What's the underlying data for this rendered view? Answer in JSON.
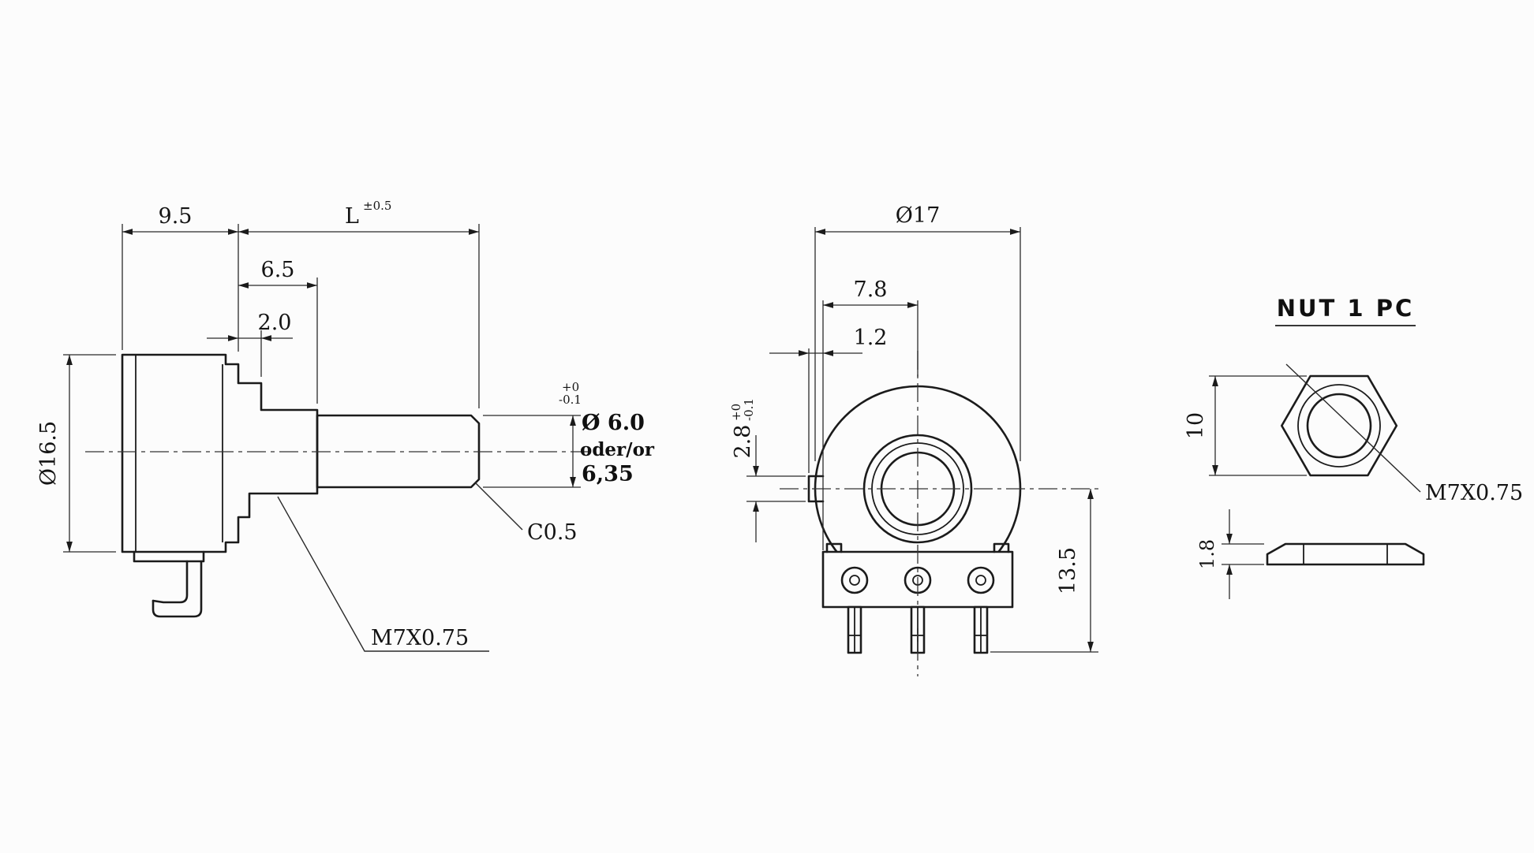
{
  "colors": {
    "line": "#1b1b1b",
    "background": "#fcfcfc",
    "text": "#141414"
  },
  "side_view": {
    "dims": {
      "body_depth": "9.5",
      "shaft_length": "L",
      "shaft_length_tol": "±0.5",
      "bushing_length": "6.5",
      "lug_length": "2.0",
      "body_diameter": "Ø16.5",
      "shaft_tol_plus": "+0",
      "shaft_tol_minus": "-0.1",
      "shaft_dia_line1": "Ø 6.0",
      "shaft_dia_line2": "oder/or",
      "shaft_dia_line3": "6,35",
      "chamfer": "C0.5",
      "thread": "M7X0.75"
    }
  },
  "front_view": {
    "dims": {
      "body_diameter": "Ø17",
      "lug_to_center": "7.8",
      "lug_protrusion": "1.2",
      "lug_width": "2.8",
      "lug_tol_plus": "+0",
      "lug_tol_minus": "-0.1",
      "center_to_pin_tip": "13.5"
    }
  },
  "nut_view": {
    "title": "NUT 1 PC",
    "dims": {
      "across_flats": "10",
      "thread": "M7X0.75",
      "thickness": "1.8"
    }
  }
}
